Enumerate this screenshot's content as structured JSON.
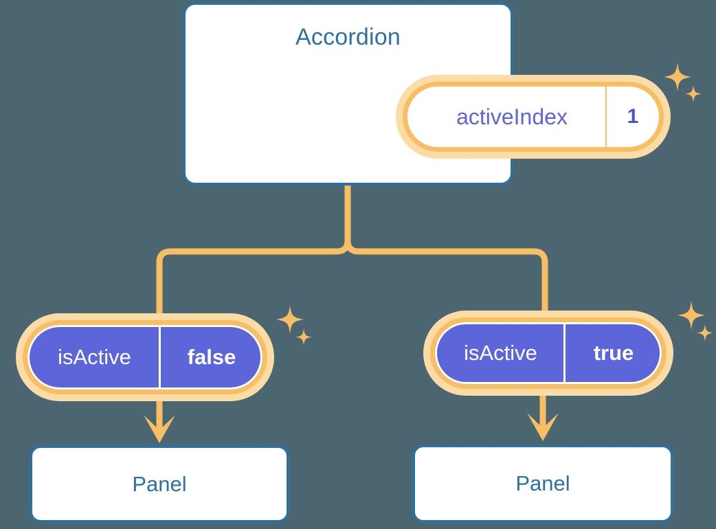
{
  "theme": {
    "background": "#4b6670",
    "card_border": "#2c719f",
    "title_color": "#2c719f",
    "pill_border": "#f8be64",
    "pill_halo": "#fbdca7",
    "pill_fill_solid": "#5d66d9",
    "pill_text_light": "#5d66d9",
    "connector_color": "#f8be64",
    "surface": "#ffffff"
  },
  "diagram": {
    "root": {
      "title": "Accordion",
      "state": {
        "key": "activeIndex",
        "value": "1"
      }
    },
    "children": [
      {
        "state": {
          "key": "isActive",
          "value": "false"
        },
        "panel": {
          "title": "Panel"
        }
      },
      {
        "state": {
          "key": "isActive",
          "value": "true"
        },
        "panel": {
          "title": "Panel"
        }
      }
    ],
    "icons": {
      "sparkle": "sparkle-icon"
    }
  }
}
